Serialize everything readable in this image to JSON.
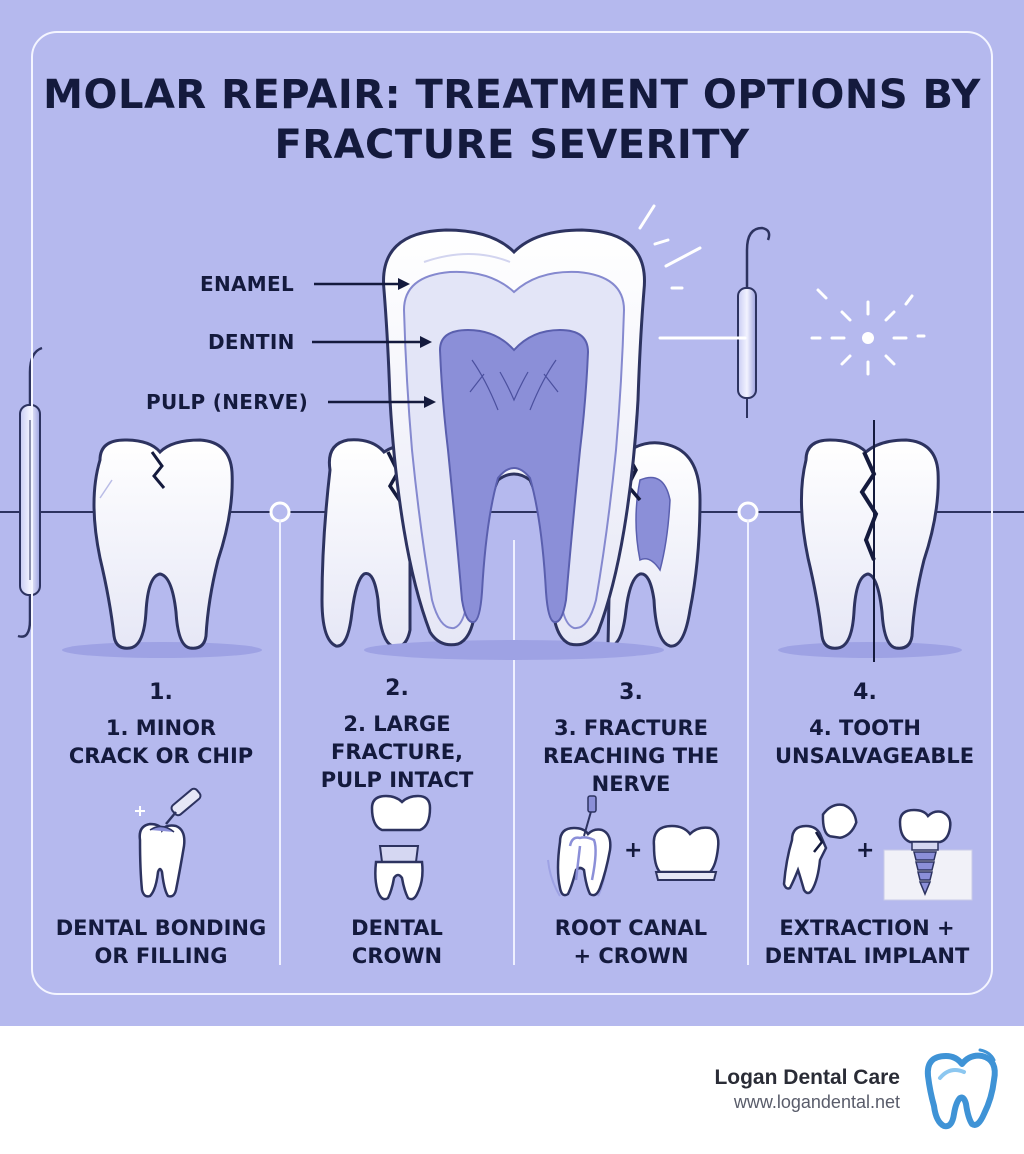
{
  "title": "MOLAR REPAIR: TREATMENT OPTIONS BY FRACTURE SEVERITY",
  "layers": [
    "ENAMEL",
    "DENTIN",
    "PULP (NERVE)"
  ],
  "stages": [
    {
      "number": "1.",
      "name": "1. MINOR CRACK OR CHIP",
      "treatment": "DENTAL BONDING OR FILLING"
    },
    {
      "number": "2.",
      "name": "2. LARGE FRACTURE, PULP INTACT",
      "treatment": "DENTAL CROWN"
    },
    {
      "number": "3.",
      "name": "3. FRACTURE REACHING THE NERVE",
      "treatment": "ROOT CANAL + CROWN"
    },
    {
      "number": "4.",
      "name": "4. TOOTH UNSALVAGEABLE",
      "treatment": "EXTRACTION + DENTAL IMPLANT"
    }
  ],
  "plus_sign": "+",
  "brand": {
    "name": "Logan Dental Care",
    "url": "www.logandental.net"
  },
  "colors": {
    "background": "#b5b9ee",
    "ink": "#141a3d",
    "pulp": "#8b8fd8",
    "enamel": "#ffffff",
    "logo_blue": "#3f93d6"
  },
  "icons": [
    "dental-explorer-icon",
    "molar-icon",
    "bonding-tool-icon",
    "crown-icon",
    "root-canal-icon",
    "implant-icon",
    "extracted-tooth-icon",
    "logo-tooth-icon"
  ]
}
